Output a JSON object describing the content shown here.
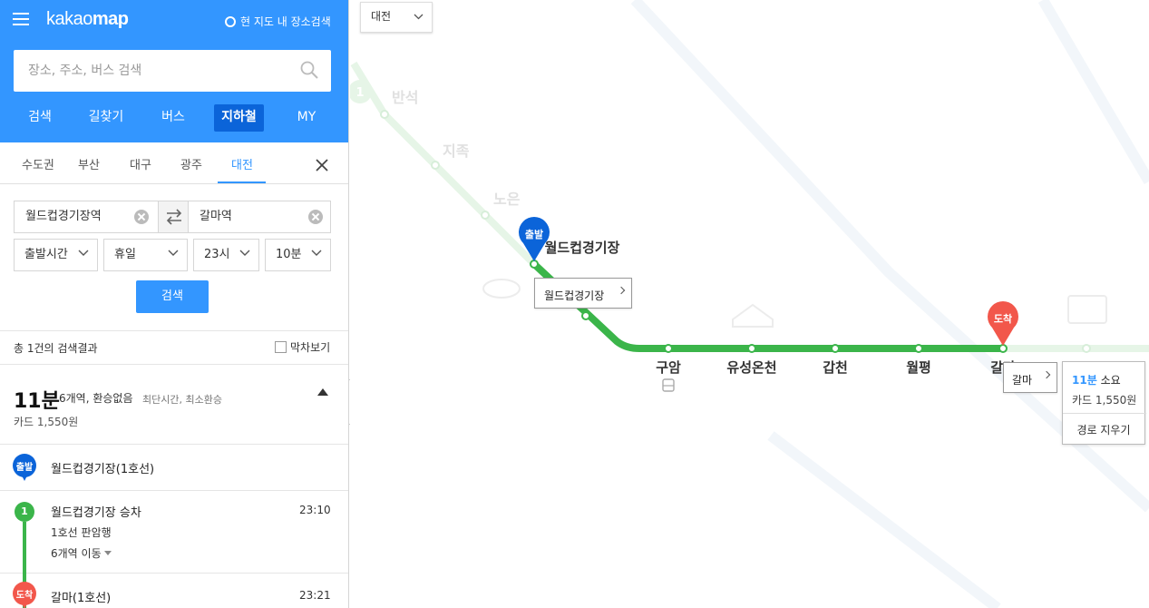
{
  "header": {
    "brand_light": "kakao",
    "brand_bold": "map",
    "nearby_search": "현 지도 내 장소검색",
    "search_placeholder": "장소, 주소, 버스 검색"
  },
  "main_tabs": [
    "검색",
    "길찾기",
    "버스",
    "지하철",
    "MY"
  ],
  "active_main_tab": "지하철",
  "city_tabs": [
    "수도권",
    "부산",
    "대구",
    "광주",
    "대전"
  ],
  "active_city_tab": "대전",
  "route_form": {
    "origin": "월드컵경기장역",
    "destination": "갈마역",
    "time_type": "출발시간",
    "day_type": "휴일",
    "hour": "23시",
    "minute": "10분",
    "search_button": "검색"
  },
  "results": {
    "total_text": "총 1건의 검색결과",
    "last_train_label": "막차보기",
    "route": {
      "duration": "11분",
      "info": "6개역, 환승없음",
      "tags": "최단시간, 최소환승",
      "fare": "카드 1,550원"
    },
    "steps": {
      "start": {
        "pin": "출발",
        "name": "월드컵경기장(1호선)"
      },
      "board": {
        "line_number": "1",
        "name": "월드컵경기장 승차",
        "time": "23:10",
        "direction": "1호선 판암행",
        "stations": "6개역 이동"
      },
      "end": {
        "pin": "도착",
        "name": "갈마(1호선)",
        "time": "23:21"
      }
    }
  },
  "map": {
    "city_select": "대전",
    "line_badge": "1",
    "start_pin": "출발",
    "end_pin": "도착",
    "faded_stations": [
      "반석",
      "지족",
      "노은"
    ],
    "route_stations": [
      "월드컵경기장",
      "구암",
      "유성온천",
      "갑천",
      "월평",
      "갈마"
    ],
    "start_callout": "월드컵경기장",
    "end_callout": "갈마",
    "route_card": {
      "duration": "11분",
      "suffix": "소요",
      "fare": "카드 1,550원",
      "clear": "경로 지우기"
    },
    "colors": {
      "line1": "#3bb54a",
      "line1_faded": "#e6f5e7",
      "start_pin": "#0b64d9",
      "end_pin": "#f2574b",
      "brand": "#3396ff"
    }
  }
}
